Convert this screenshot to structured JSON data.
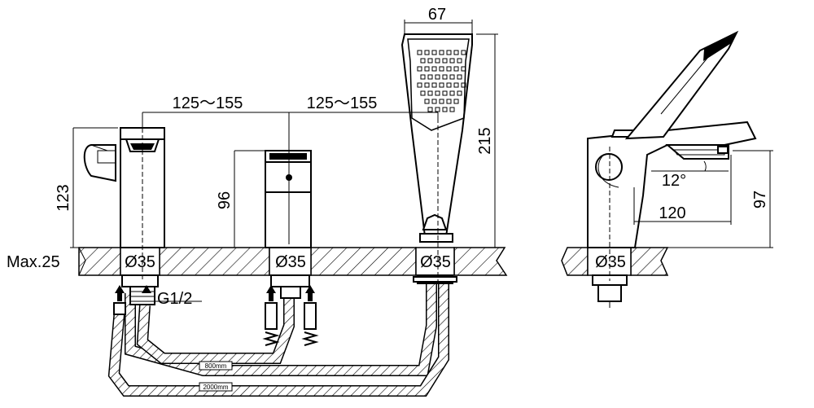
{
  "labels": {
    "spacing_left": "125～155",
    "spacing_right": "125～155",
    "handshower_width": "67",
    "handshower_height": "215",
    "mixer_height": "123",
    "diverter_height": "96",
    "deck_thickness": "Max.25",
    "hole_1": "Ø35",
    "hole_2": "Ø35",
    "hole_3": "Ø35",
    "hole_side": "Ø35",
    "thread": "G1/2",
    "spout_angle": "12°",
    "spout_reach": "120",
    "spout_height": "97",
    "hose_1": "800mm",
    "hose_2": "2000mm"
  }
}
